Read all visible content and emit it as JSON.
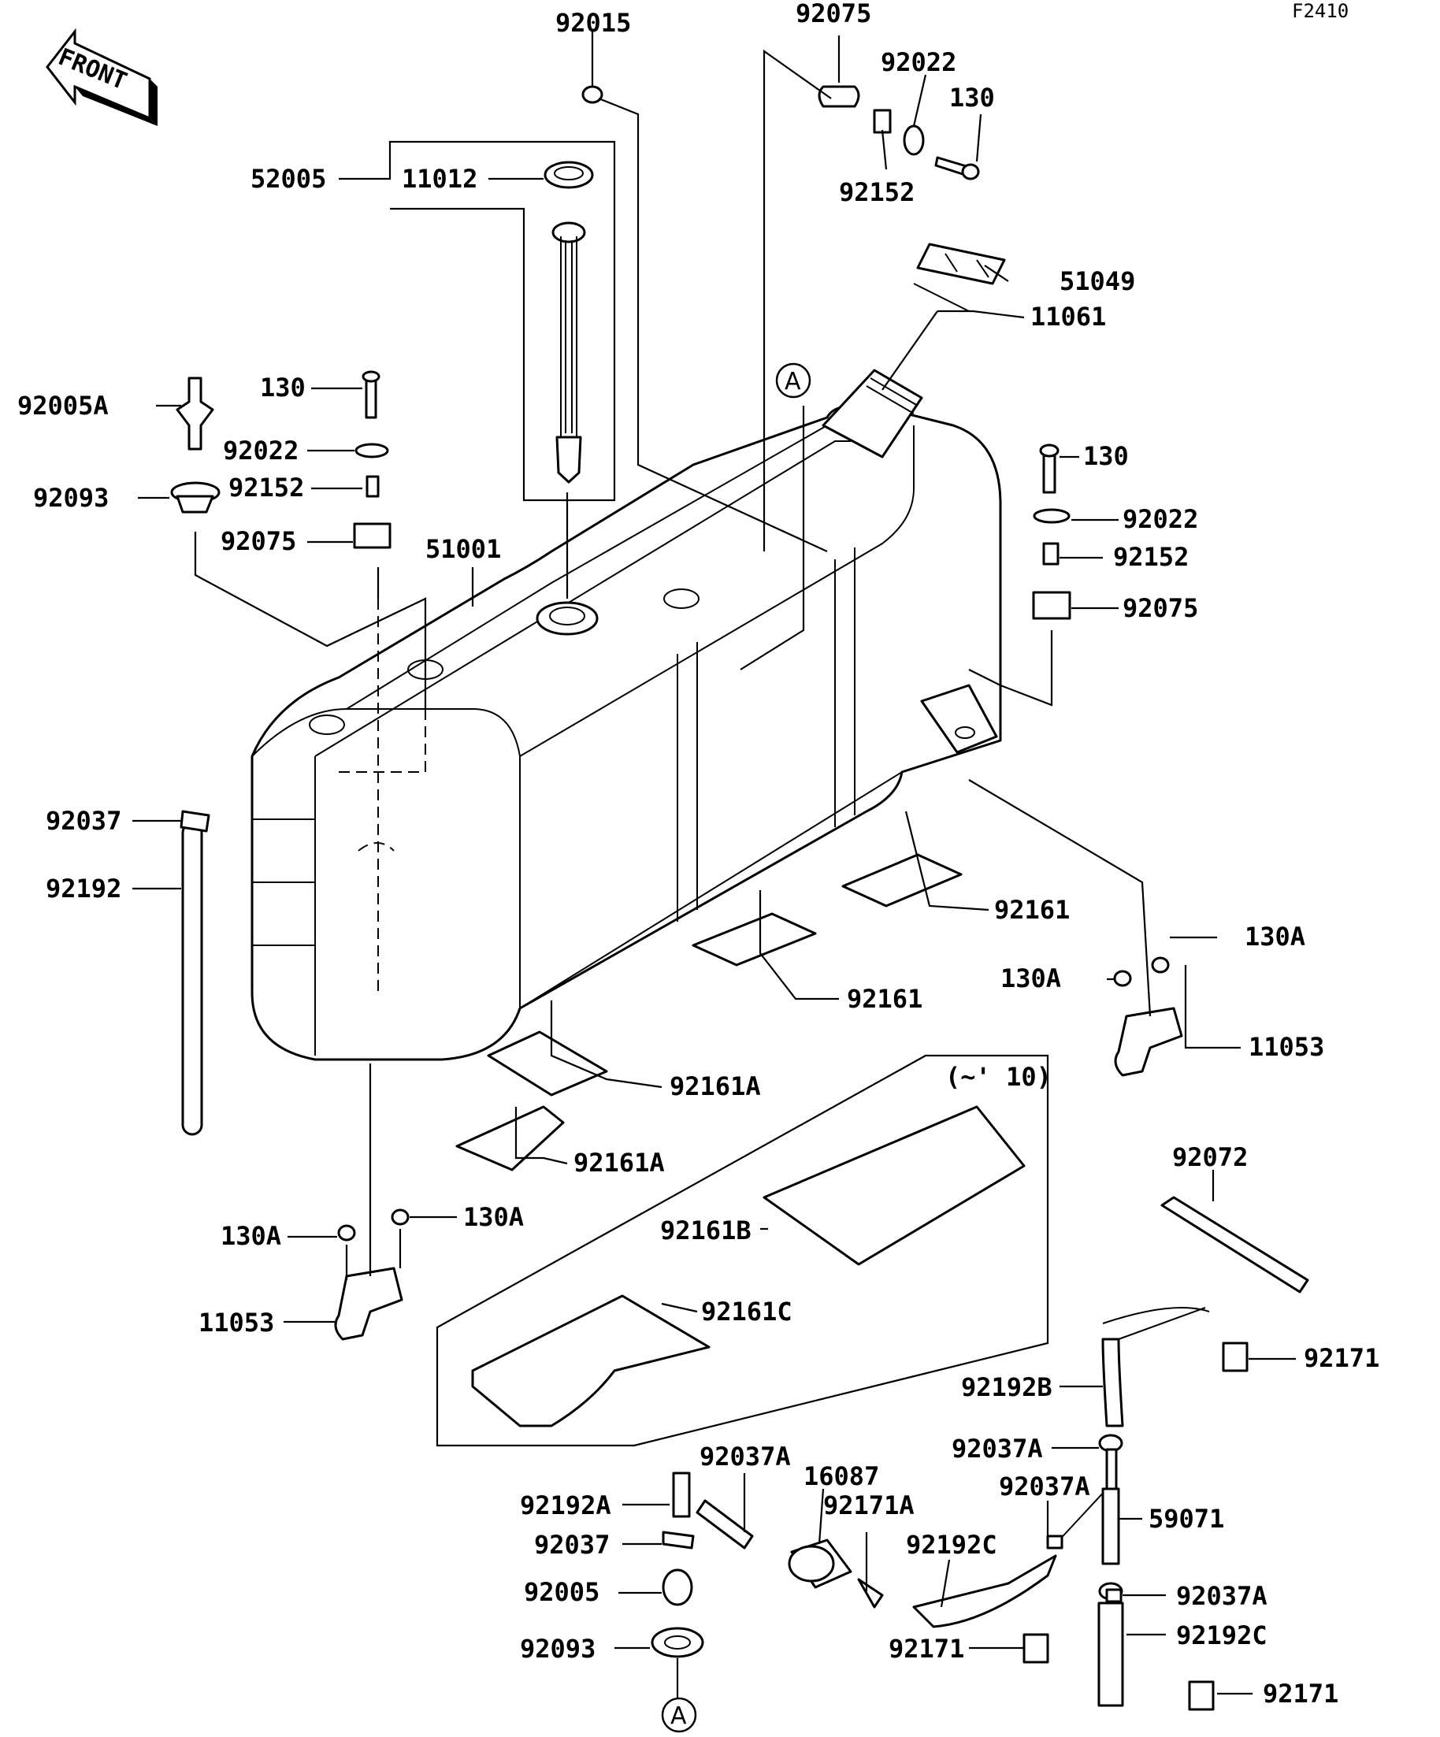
{
  "diagram_code": "F2410",
  "front_arrow_text": "FRONT",
  "section_note": "(~' 10)",
  "ref_mark": "A",
  "labels": {
    "p92015": "92015",
    "p92075_top": "92075",
    "p92022_top": "92022",
    "p130_top": "130",
    "p92152_top": "92152",
    "p52005": "52005",
    "p11012": "11012",
    "p51049": "51049",
    "p11061": "11061",
    "p92005A": "92005A",
    "p130_left": "130",
    "p92022_left": "92022",
    "p92152_left": "92152",
    "p92093_left": "92093",
    "p92075_left": "92075",
    "p51001": "51001",
    "p130_right": "130",
    "p92022_right": "92022",
    "p92152_right": "92152",
    "p92075_right": "92075",
    "p92037_left": "92037",
    "p92192": "92192",
    "p92161_a": "92161",
    "p92161_b": "92161",
    "p130A_r1": "130A",
    "p130A_r2": "130A",
    "p11053_right": "11053",
    "p92161A_a": "92161A",
    "p92161A_b": "92161A",
    "p92072": "92072",
    "p130A_l1": "130A",
    "p130A_l2": "130A",
    "p92161B": "92161B",
    "p11053_left": "11053",
    "p92161C": "92161C",
    "p92171_a": "92171",
    "p92192B": "92192B",
    "p92037A_a": "92037A",
    "p92037A_b": "92037A",
    "p16087": "16087",
    "p92037A_c": "92037A",
    "p92192A": "92192A",
    "p92171A": "92171A",
    "p59071": "59071",
    "p92037_bot": "92037",
    "p92192C_a": "92192C",
    "p92005": "92005",
    "p92037A_d": "92037A",
    "p92192C_b": "92192C",
    "p92093_bot": "92093",
    "p92171_b": "92171",
    "p92171_c": "92171"
  }
}
